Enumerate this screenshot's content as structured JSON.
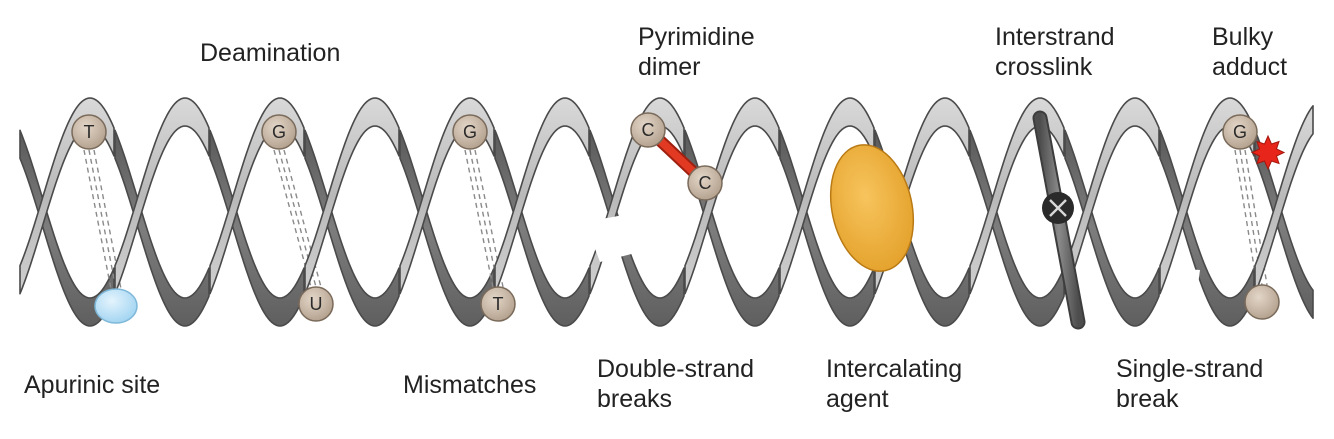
{
  "labels": {
    "deamination": "Deamination",
    "pyrimidine_dimer": [
      "Pyrimidine",
      "dimer"
    ],
    "interstrand_crosslink": [
      "Interstrand",
      "crosslink"
    ],
    "bulky_adduct": [
      "Bulky",
      "adduct"
    ],
    "apurinic_site": "Apurinic site",
    "mismatches": "Mismatches",
    "double_strand_breaks": [
      "Double-strand",
      "breaks"
    ],
    "intercalating_agent": [
      "Intercalating",
      "agent"
    ],
    "single_strand_break": [
      "Single-strand",
      "break"
    ]
  },
  "bases": {
    "apurinic_top": "T",
    "deamination_top": "G",
    "deamination_bottom": "U",
    "mismatch_top": "G",
    "mismatch_bottom": "T",
    "dimer_upper": "C",
    "dimer_lower": "C",
    "adduct_top": "G"
  },
  "colors": {
    "ribbon_front": "#c3c3c3",
    "ribbon_back": "#6f6f6f",
    "ribbon_outline": "#4a4a4a",
    "base_fill": "#c9b8a6",
    "apurinic_site": "#bfe3f7",
    "dimer_link": "#d9331f",
    "intercalator": "#f0b33e",
    "crosslink_rod": "#666666",
    "adduct_star": "#e8251a"
  }
}
